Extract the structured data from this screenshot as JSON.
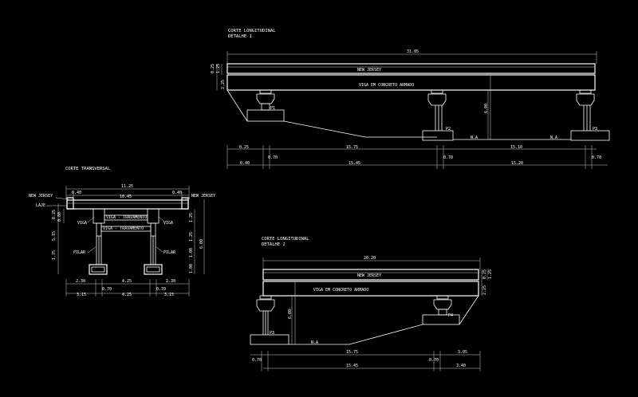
{
  "views": {
    "long1": {
      "title": "CORTE LONGITUDINAL",
      "subtitle": "DETALHE 1",
      "total": "31.05",
      "deck_label": "NEW JERSEY",
      "beam_label": "VIGA EM CONCRETO ARMADO",
      "height_dims": [
        "0.25",
        "1.25",
        "2.25"
      ],
      "pier_labels": [
        "P1",
        "P2",
        "P3"
      ],
      "na_labels": [
        "N.A",
        "N.A"
      ],
      "pier_height": "6.00",
      "dims_row1": [
        "0.25",
        "0.70",
        "15.75",
        "0.70",
        "15.10",
        "0.70"
      ],
      "dims_row2": [
        "0.40",
        "15.45",
        "15.20"
      ]
    },
    "trans": {
      "title": "CORTE TRANSVERSAL",
      "total": "11.25",
      "left_edge": "0.40",
      "deck": "10.45",
      "right_edge": "0.40",
      "nj_left": "NEW JERSEY",
      "nj_right": "NEW JERSEY",
      "laje": "LAJE",
      "viga_left": "VIGA",
      "viga_right": "VIGA",
      "brace_top": "VIGA - TRAVAMENTO",
      "brace_bottom": "VIGA - TRAVAMENTO",
      "pilar_left": "PILAR",
      "pilar_right": "PILAR",
      "left_dims": [
        "0.25",
        "0.80",
        "5.15",
        "1.75"
      ],
      "right_dims": [
        "1.25",
        "1.25",
        "1.00",
        "1.00"
      ],
      "right_total": "6.00",
      "bottom_row1": [
        "2.30",
        "0.70",
        "4.25",
        "0.70",
        "2.30"
      ],
      "bottom_row2": [
        "3.15",
        "4.25",
        "3.15"
      ]
    },
    "long2": {
      "title": "CORTE LONGITUDINAL",
      "subtitle": "DETALHE 2",
      "total": "20.20",
      "deck_label": "NEW JERSEY",
      "beam_label": "VIGA EM CONCRETO ARMADO",
      "height_dims": [
        "0.25",
        "1.25",
        "2.25"
      ],
      "pier_labels": [
        "P3",
        "P4"
      ],
      "na_label": "N.A",
      "pier_height": "6.00",
      "dims_row1": [
        "0.70",
        "15.75",
        "0.70",
        "3.05"
      ],
      "dims_row2": [
        "15.45",
        "3.40"
      ]
    }
  }
}
